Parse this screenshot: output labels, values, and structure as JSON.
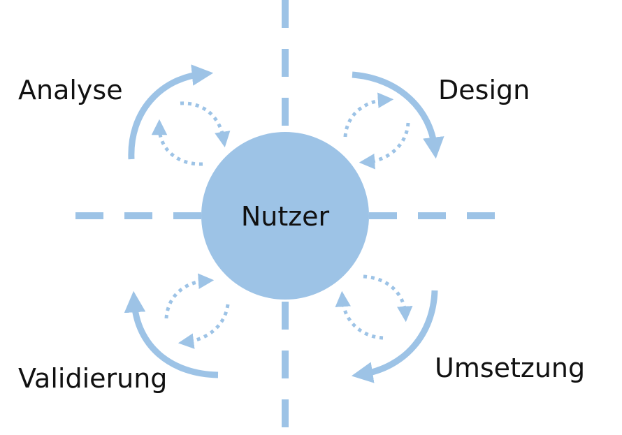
{
  "diagram": {
    "center": {
      "label": "Nutzer"
    },
    "phases": {
      "analyse": "Analyse",
      "design": "Design",
      "umsetzung": "Umsetzung",
      "validierung": "Validierung"
    },
    "colors": {
      "accent": "#9dc3e6",
      "text": "#111111",
      "background": "#ffffff"
    }
  }
}
